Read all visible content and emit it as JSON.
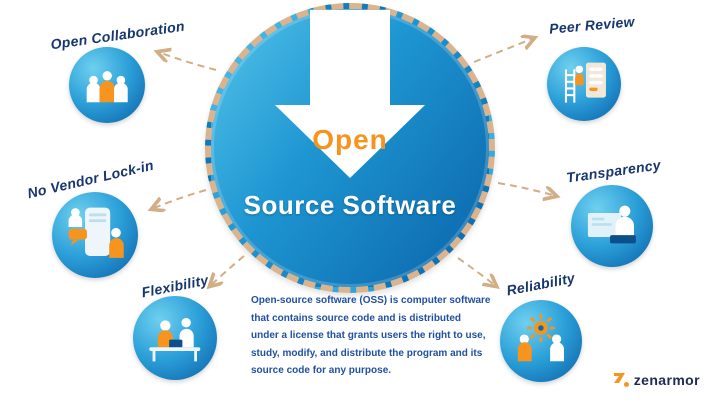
{
  "center": {
    "top_word": "Open",
    "bottom_words": "Source Software"
  },
  "satellites": [
    {
      "label": "Open Collaboration"
    },
    {
      "label": "Peer Review"
    },
    {
      "label": "No Vendor Lock-in"
    },
    {
      "label": "Transparency"
    },
    {
      "label": "Flexibility"
    },
    {
      "label": "Reliability"
    }
  ],
  "description": "Open-source software (OSS) is computer software that contains source code and is distributed under a license that grants users the right to use, study, modify, and distribute the program and its source code for any purpose.",
  "brand": {
    "name": "zenarmor"
  },
  "colors": {
    "circle_blue_light": "#56c5ea",
    "circle_blue_dark": "#0a63a9",
    "border_tan": "#d9b48f",
    "connector_tan": "#d2ad85",
    "accent_orange": "#f7941d",
    "label_navy": "#17366e",
    "description_blue": "#2050a0"
  }
}
